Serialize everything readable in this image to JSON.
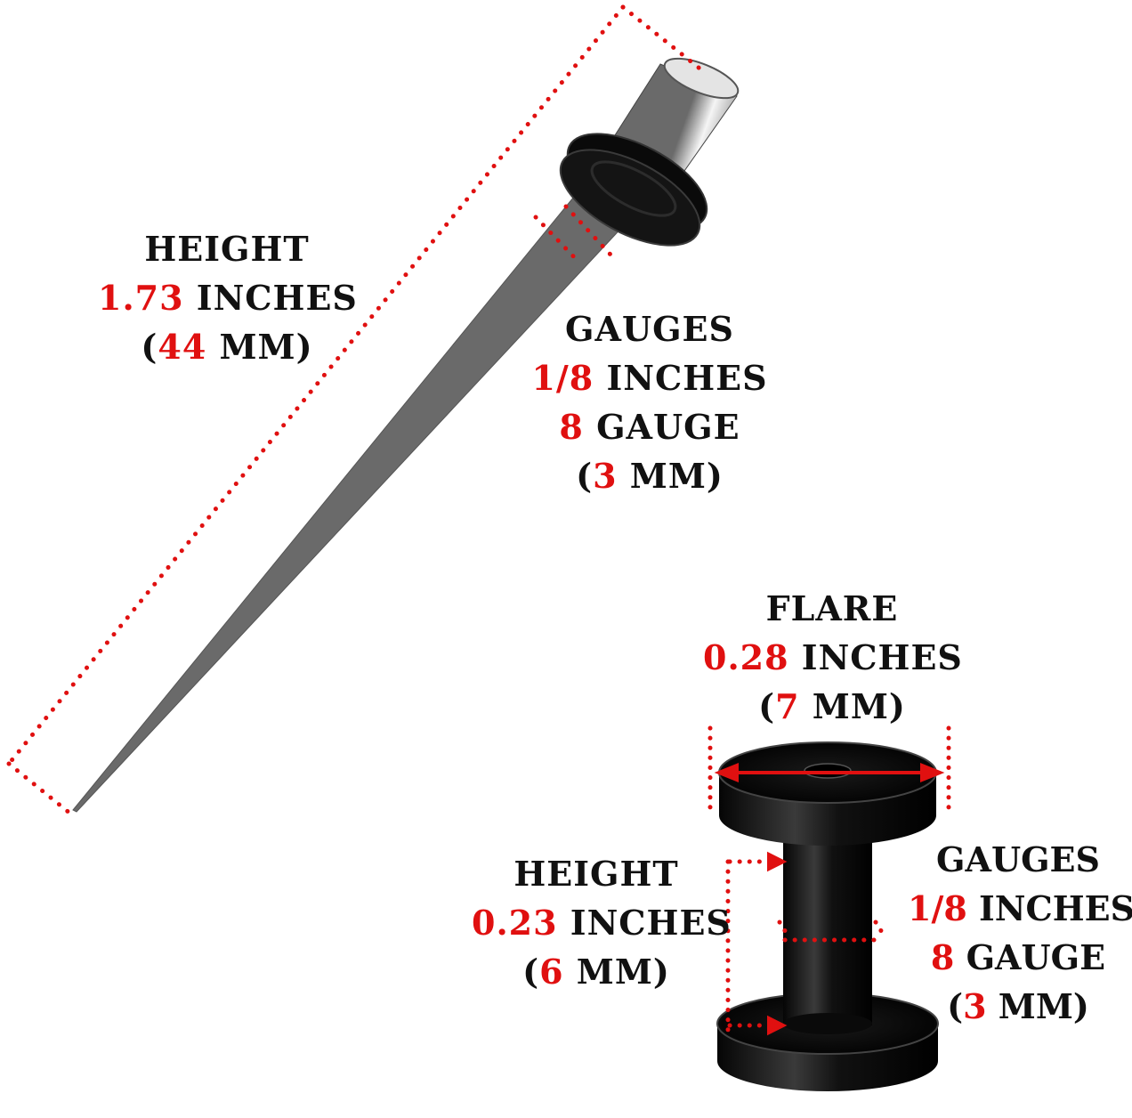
{
  "colors": {
    "accent": "#e01010",
    "text": "#111111",
    "background": "#ffffff"
  },
  "taper": {
    "height": {
      "heading": "HEIGHT",
      "inches_value": "1.73",
      "inches_unit": " INCHES",
      "mm_open": "(",
      "mm_value": "44",
      "mm_unit": " MM)"
    },
    "gauges": {
      "heading": "GAUGES",
      "inches_value": "1/8",
      "inches_unit": " INCHES",
      "gauge_value": "8",
      "gauge_unit": " GAUGE",
      "mm_open": "(",
      "mm_value": "3",
      "mm_unit": " MM)"
    }
  },
  "tunnel": {
    "flare": {
      "heading": "FLARE",
      "inches_value": "0.28",
      "inches_unit": " INCHES",
      "mm_open": "(",
      "mm_value": "7",
      "mm_unit": " MM)"
    },
    "height": {
      "heading": "HEIGHT",
      "inches_value": "0.23",
      "inches_unit": " INCHES",
      "mm_open": "(",
      "mm_value": "6",
      "mm_unit": " MM)"
    },
    "gauges": {
      "heading": "GAUGES",
      "inches_value": "1/8",
      "inches_unit": " INCHES",
      "gauge_value": "8",
      "gauge_unit": " GAUGE",
      "mm_open": "(",
      "mm_value": "3",
      "mm_unit": " MM)"
    }
  }
}
